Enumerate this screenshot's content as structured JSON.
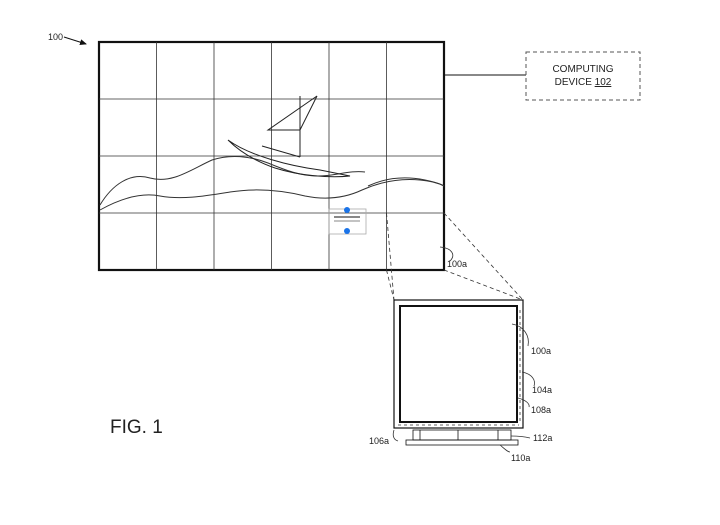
{
  "figure": {
    "label": "FIG. 1",
    "ref_system": "100",
    "computing_device": {
      "line1": "COMPUTING",
      "line2_text": "DEVICE ",
      "line2_ref": "102"
    },
    "display_wall": {
      "rows": 4,
      "cols": 6,
      "tile_ref": "100a"
    },
    "detail_tile": {
      "tile_ref": "100a",
      "bezel_ref": "104a",
      "edge_ref": "108a",
      "bottom_ref": "106a",
      "stand_ref": "112a",
      "base_ref": "110a"
    },
    "colors": {
      "line": "#111111",
      "handle": "#1a73e8",
      "dashed_box": "#555555"
    }
  }
}
